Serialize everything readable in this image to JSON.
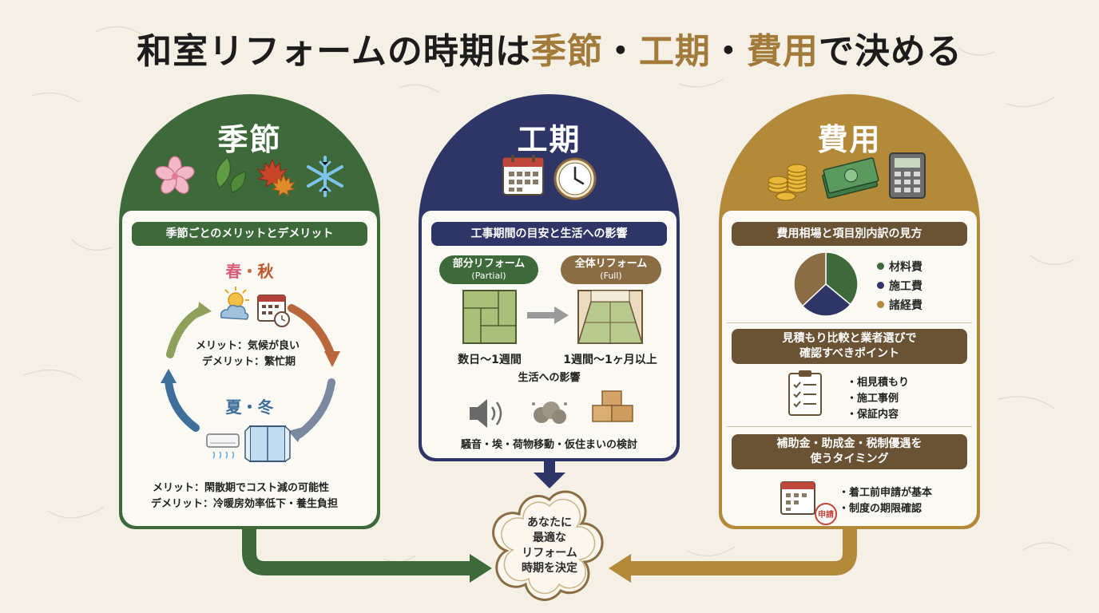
{
  "title": {
    "prefix": "和室リフォームの時期は",
    "k1": "季節",
    "sep1": "・",
    "k2": "工期",
    "sep2": "・",
    "k3": "費用",
    "suffix": "で決める"
  },
  "colors": {
    "green": "#3e6a3b",
    "navy": "#2f3566",
    "gold": "#b28a3a",
    "brown": "#6a5234",
    "background": "#f4f0e6"
  },
  "season": {
    "title": "季節",
    "icons": [
      "sakura-icon",
      "leaf-icon",
      "maple-leaf-icon",
      "snowflake-icon"
    ],
    "heading": "季節ごとのメリットとデメリット",
    "spring_autumn": {
      "label_spring": "春",
      "label_sep": "・",
      "label_autumn": "秋",
      "merit": "メリット：気候が良い",
      "demerit": "デメリット：繁忙期"
    },
    "summer_winter": {
      "label": "夏・冬",
      "merit": "メリット：閑散期でコスト減の可能性",
      "demerit": "デメリット：冷暖房効率低下・養生負担"
    }
  },
  "schedule": {
    "title": "工期",
    "icons": [
      "calendar-icon",
      "clock-icon"
    ],
    "heading": "工事期間の目安と生活への影響",
    "partial": {
      "label": "部分リフォーム",
      "sub": "(Partial)",
      "duration": "数日〜1週間"
    },
    "full": {
      "label": "全体リフォーム",
      "sub": "(Full)",
      "duration": "1週間〜1ヶ月以上"
    },
    "impact_heading": "生活への影響",
    "impacts": "騒音・埃・荷物移動・仮住まいの検討"
  },
  "cost": {
    "title": "費用",
    "icons": [
      "coins-icon",
      "banknotes-icon",
      "calculator-icon"
    ],
    "heading": "費用相場と項目別内訳の見方",
    "legend": [
      "材料費",
      "施工費",
      "諸経費"
    ],
    "estimate_heading_line1": "見積もり比較と業者選びで",
    "estimate_heading_line2": "確認すべきポイント",
    "estimate_points": [
      "・相見積もり",
      "・施工事例",
      "・保証内容"
    ],
    "subsidy_heading_line1": "補助金・助成金・税制優遇を",
    "subsidy_heading_line2": "使うタイミング",
    "stamp": "申請",
    "subsidy_points": [
      "・着工前申請が基本",
      "・制度の期限確認"
    ]
  },
  "chart_data": {
    "type": "pie",
    "categories": [
      "材料費",
      "施工費",
      "諸経費"
    ],
    "values": [
      36,
      27,
      37
    ],
    "colors": [
      "#3e6a3b",
      "#2f3566",
      "#8a6d45"
    ]
  },
  "result": {
    "line1": "あなたに",
    "line2": "最適な",
    "line3": "リフォーム",
    "line4": "時期を決定"
  }
}
